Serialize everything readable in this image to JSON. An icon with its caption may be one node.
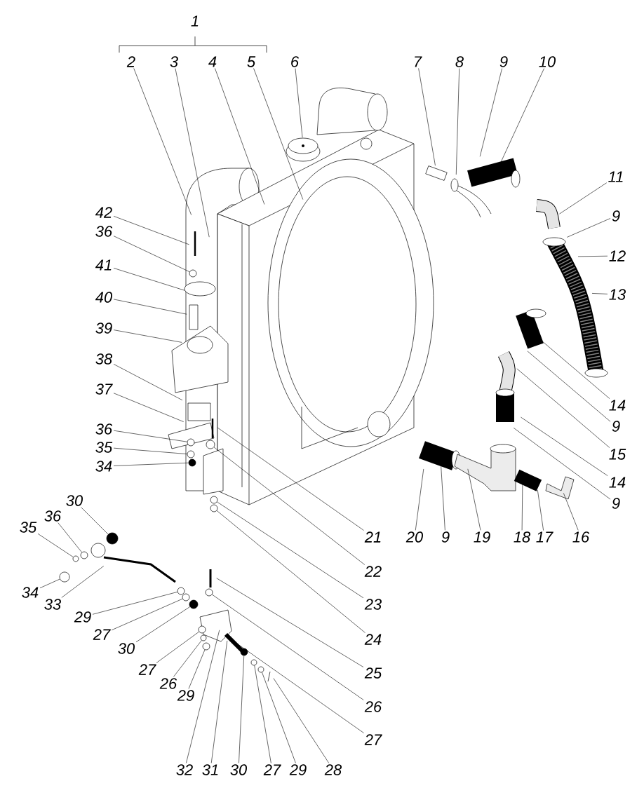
{
  "diagram": {
    "nodes": [
      {
        "text": [
          "2"
        ]
      },
      {
        "text": [
          "3"
        ]
      },
      {
        "text": [
          "4"
        ]
      },
      {
        "text": [
          "5"
        ]
      },
      {
        "text": [
          "6"
        ]
      },
      {
        "text": [
          "7"
        ]
      },
      {
        "text": [
          "8"
        ]
      },
      {
        "text": [
          "9"
        ]
      },
      {
        "text": [
          "10"
        ]
      },
      {
        "text": [
          "11"
        ]
      },
      {
        "text": [
          "9"
        ]
      },
      {
        "text": [
          "12"
        ]
      },
      {
        "text": [
          "13"
        ]
      },
      {
        "text": [
          "42"
        ]
      },
      {
        "text": [
          "36"
        ]
      },
      {
        "text": [
          "41"
        ]
      },
      {
        "text": [
          "40"
        ]
      },
      {
        "text": [
          "39"
        ]
      },
      {
        "text": [
          "38"
        ]
      },
      {
        "text": [
          "37"
        ]
      },
      {
        "text": [
          "36"
        ]
      },
      {
        "text": [
          "35"
        ]
      },
      {
        "text": [
          "34"
        ]
      },
      {
        "text": [
          "14"
        ]
      },
      {
        "text": [
          "9"
        ]
      },
      {
        "text": [
          "15"
        ]
      },
      {
        "text": [
          "14"
        ]
      },
      {
        "text": [
          "9"
        ]
      },
      {
        "text": [
          "20"
        ]
      },
      {
        "text": [
          "9"
        ]
      },
      {
        "text": [
          "19"
        ]
      },
      {
        "text": [
          "18"
        ]
      },
      {
        "text": [
          "17"
        ]
      },
      {
        "text": [
          "16"
        ]
      },
      {
        "text": [
          "21"
        ]
      },
      {
        "text": [
          "22"
        ]
      },
      {
        "text": [
          "23"
        ]
      },
      {
        "text": [
          "24"
        ]
      },
      {
        "text": [
          "25"
        ]
      },
      {
        "text": [
          "26"
        ]
      },
      {
        "text": [
          "27"
        ]
      },
      {
        "text": [
          "30"
        ]
      },
      {
        "text": [
          "35"
        ]
      },
      {
        "text": [
          "36"
        ]
      },
      {
        "text": [
          "34"
        ]
      },
      {
        "text": [
          "33"
        ]
      },
      {
        "text": [
          "29"
        ]
      },
      {
        "text": [
          "27"
        ]
      },
      {
        "text": [
          "30"
        ]
      },
      {
        "text": [
          "27"
        ]
      },
      {
        "text": [
          "26"
        ]
      },
      {
        "text": [
          "29"
        ]
      },
      {
        "text": [
          "32"
        ]
      },
      {
        "text": [
          "31"
        ]
      },
      {
        "text": [
          "30"
        ]
      },
      {
        "text": [
          "27"
        ]
      },
      {
        "text": [
          "29"
        ]
      },
      {
        "text": [
          "28"
        ]
      },
      {
        "text": [],
        "shape": "circle"
      },
      {
        "text": [],
        "shape": "circle"
      },
      {
        "text": [],
        "shape": "circle"
      },
      {
        "text": [],
        "shape": "circle"
      },
      {
        "text": [],
        "shape": "circle"
      },
      {
        "text": [],
        "shape": "circle"
      },
      {
        "text": [],
        "shape": "circle"
      },
      {
        "text": [],
        "shape": "circle"
      },
      {
        "text": [],
        "shape": "circle"
      },
      {
        "text": [],
        "shape": "circle"
      },
      {
        "text": [],
        "shape": "circle"
      },
      {
        "text": [],
        "shape": "circle"
      },
      {
        "text": [],
        "shape": "circle"
      },
      {
        "text": [],
        "shape": "circle"
      },
      {
        "text": [],
        "shape": "circle"
      },
      {
        "text": [],
        "shape": "circle"
      },
      {
        "text": [],
        "shape": "circle"
      },
      {
        "text": [],
        "shape": "circle"
      },
      {
        "text": [],
        "shape": "circle"
      },
      {
        "text": [],
        "shape": "circle"
      },
      {
        "text": [],
        "shape": "circle"
      }
    ],
    "edges": [
      {
        "from": 0,
        "to": null,
        "arrow": "none"
      },
      {
        "from": 1,
        "to": null,
        "arrow": "none"
      },
      {
        "from": 2,
        "to": null,
        "arrow": "none"
      },
      {
        "from": 3,
        "to": null,
        "arrow": "none"
      },
      {
        "from": 4,
        "to": null,
        "arrow": "none"
      },
      {
        "from": 5,
        "to": null,
        "arrow": "none"
      },
      {
        "from": 6,
        "to": null,
        "arrow": "none"
      },
      {
        "from": 7,
        "to": null,
        "arrow": "none"
      },
      {
        "from": 8,
        "to": null,
        "arrow": "none"
      },
      {
        "from": 9,
        "to": null,
        "arrow": "none"
      },
      {
        "from": 10,
        "to": null,
        "arrow": "none"
      },
      {
        "from": 11,
        "to": null,
        "arrow": "none"
      },
      {
        "from": 12,
        "to": null,
        "arrow": "none"
      },
      {
        "from": 13,
        "to": null,
        "arrow": "none"
      },
      {
        "from": 14,
        "to": 58,
        "arrow": "none"
      },
      {
        "from": 15,
        "to": null,
        "arrow": "none"
      },
      {
        "from": 16,
        "to": null,
        "arrow": "none"
      },
      {
        "from": 17,
        "to": null,
        "arrow": "none"
      },
      {
        "from": 18,
        "to": null,
        "arrow": "none"
      },
      {
        "from": 19,
        "to": null,
        "arrow": "none"
      },
      {
        "from": 20,
        "to": 59,
        "arrow": "none"
      },
      {
        "from": 21,
        "to": 60,
        "arrow": "none"
      },
      {
        "from": 22,
        "to": 61,
        "arrow": "none"
      },
      {
        "from": 23,
        "to": null,
        "arrow": "none"
      },
      {
        "from": 24,
        "to": null,
        "arrow": "none"
      },
      {
        "from": 25,
        "to": null,
        "arrow": "none"
      },
      {
        "from": 26,
        "to": null,
        "arrow": "none"
      },
      {
        "from": 27,
        "to": null,
        "arrow": "none"
      },
      {
        "from": 28,
        "to": null,
        "arrow": "none"
      },
      {
        "from": 29,
        "to": null,
        "arrow": "none"
      },
      {
        "from": 30,
        "to": null,
        "arrow": "none"
      },
      {
        "from": 31,
        "to": null,
        "arrow": "none"
      },
      {
        "from": 32,
        "to": null,
        "arrow": "none"
      },
      {
        "from": 33,
        "to": null,
        "arrow": "none"
      },
      {
        "from": 34,
        "to": null,
        "arrow": "none"
      },
      {
        "from": 35,
        "to": 62,
        "arrow": "none"
      },
      {
        "from": 36,
        "to": 63,
        "arrow": "none"
      },
      {
        "from": 37,
        "to": 64,
        "arrow": "none"
      },
      {
        "from": 38,
        "to": null,
        "arrow": "none"
      },
      {
        "from": 39,
        "to": 65,
        "arrow": "none"
      },
      {
        "from": 40,
        "to": null,
        "arrow": "none"
      },
      {
        "from": 41,
        "to": 66,
        "arrow": "none"
      },
      {
        "from": 42,
        "to": 67,
        "arrow": "none"
      },
      {
        "from": 43,
        "to": 68,
        "arrow": "none"
      },
      {
        "from": 44,
        "to": 69,
        "arrow": "none"
      },
      {
        "from": 45,
        "to": null,
        "arrow": "none"
      },
      {
        "from": 46,
        "to": 70,
        "arrow": "none"
      },
      {
        "from": 47,
        "to": 71,
        "arrow": "none"
      },
      {
        "from": 48,
        "to": 72,
        "arrow": "none"
      },
      {
        "from": 49,
        "to": 73,
        "arrow": "none"
      },
      {
        "from": 50,
        "to": 74,
        "arrow": "none"
      },
      {
        "from": 51,
        "to": 75,
        "arrow": "none"
      },
      {
        "from": 52,
        "to": null,
        "arrow": "none"
      },
      {
        "from": 53,
        "to": null,
        "arrow": "none"
      },
      {
        "from": 54,
        "to": 76,
        "arrow": "none"
      },
      {
        "from": 55,
        "to": 77,
        "arrow": "none"
      },
      {
        "from": 56,
        "to": 78,
        "arrow": "none"
      },
      {
        "from": 57,
        "to": null,
        "arrow": "none"
      }
    ],
    "labels": [
      "1"
    ]
  }
}
